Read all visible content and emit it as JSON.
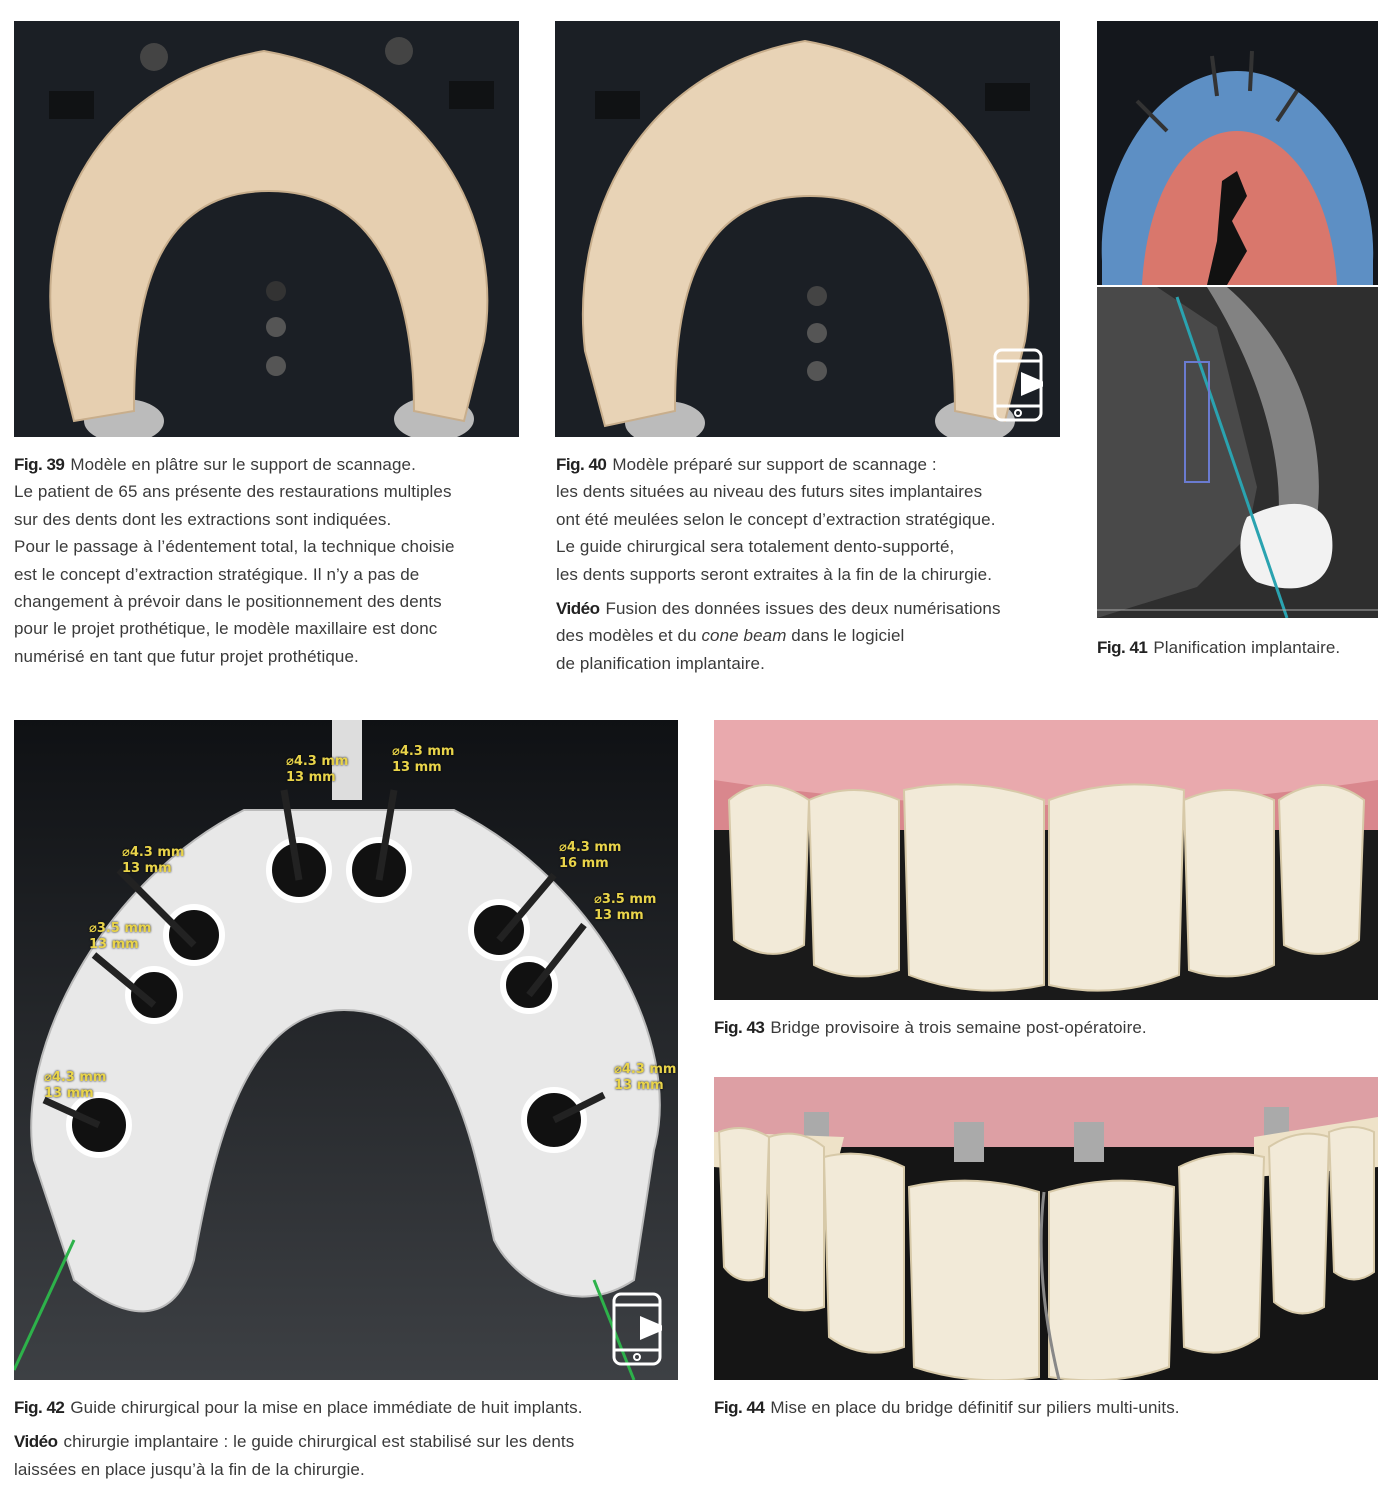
{
  "figures": {
    "fig39": {
      "label": "Fig. 39",
      "lines": [
        "Modèle en plâtre sur le support de scannage.",
        "Le patient de 65 ans présente des restaurations multiples",
        "sur des dents dont les extractions sont indiquées.",
        "Pour le passage à l’édentement total, la technique choisie",
        "est le concept d’extraction stratégique. Il n’y a pas de",
        "changement à prévoir dans le positionnement des dents",
        "pour le projet prothétique, le modèle maxillaire est donc",
        "numérisé en tant que futur projet prothétique."
      ]
    },
    "fig40": {
      "label": "Fig. 40",
      "lines": [
        "Modèle préparé sur support de scannage :",
        "les dents situées au niveau des futurs sites implantaires",
        "ont été meulées selon le concept d’extraction stratégique.",
        "Le guide chirurgical sera totalement dento-supporté,",
        "les dents supports seront extraites à la fin de la chirurgie."
      ],
      "video_label": "Vidéo",
      "video_line1": "Fusion des données issues des deux numérisations",
      "video_line2_pre": "des modèles et du ",
      "video_line2_italic": "cone beam",
      "video_line2_post": " dans le logiciel",
      "video_line3": "de planification implantaire.",
      "icon": "mobile-video-play-icon"
    },
    "fig41": {
      "label": "Fig. 41",
      "text": "Planification implantaire."
    },
    "fig42": {
      "label": "Fig. 42",
      "text": "Guide chirurgical pour la mise en place immédiate de huit implants.",
      "video_label": "Vidéo",
      "video_line1": "chirurgie implantaire : le guide chirurgical est stabilisé sur les dents",
      "video_line2": "laissées en place jusqu’à la fin de la chirurgie.",
      "icon": "mobile-video-play-icon",
      "implant_labels": [
        {
          "d": "⌀4.3 mm",
          "l": "13 mm"
        },
        {
          "d": "⌀4.3 mm",
          "l": "13 mm"
        },
        {
          "d": "⌀4.3 mm",
          "l": "13 mm"
        },
        {
          "d": "⌀3.5 mm",
          "l": "13 mm"
        },
        {
          "d": "⌀4.3 mm",
          "l": "13 mm"
        },
        {
          "d": "⌀4.3 mm",
          "l": "16 mm"
        },
        {
          "d": "⌀3.5 mm",
          "l": "13 mm"
        },
        {
          "d": "⌀4.3 mm",
          "l": "13 mm"
        }
      ]
    },
    "fig43": {
      "label": "Fig. 43",
      "text": "Bridge provisoire à trois semaine post-opératoire."
    },
    "fig44": {
      "label": "Fig. 44",
      "text": "Mise en place du bridge définitif sur piliers multi-units."
    }
  },
  "colors": {
    "plaster": "#e9d2b4",
    "scan_blue": "#5d8fc4",
    "scan_pink": "#d9776c",
    "guide_label": "#e9d44a",
    "gingiva": "#d98f95"
  }
}
